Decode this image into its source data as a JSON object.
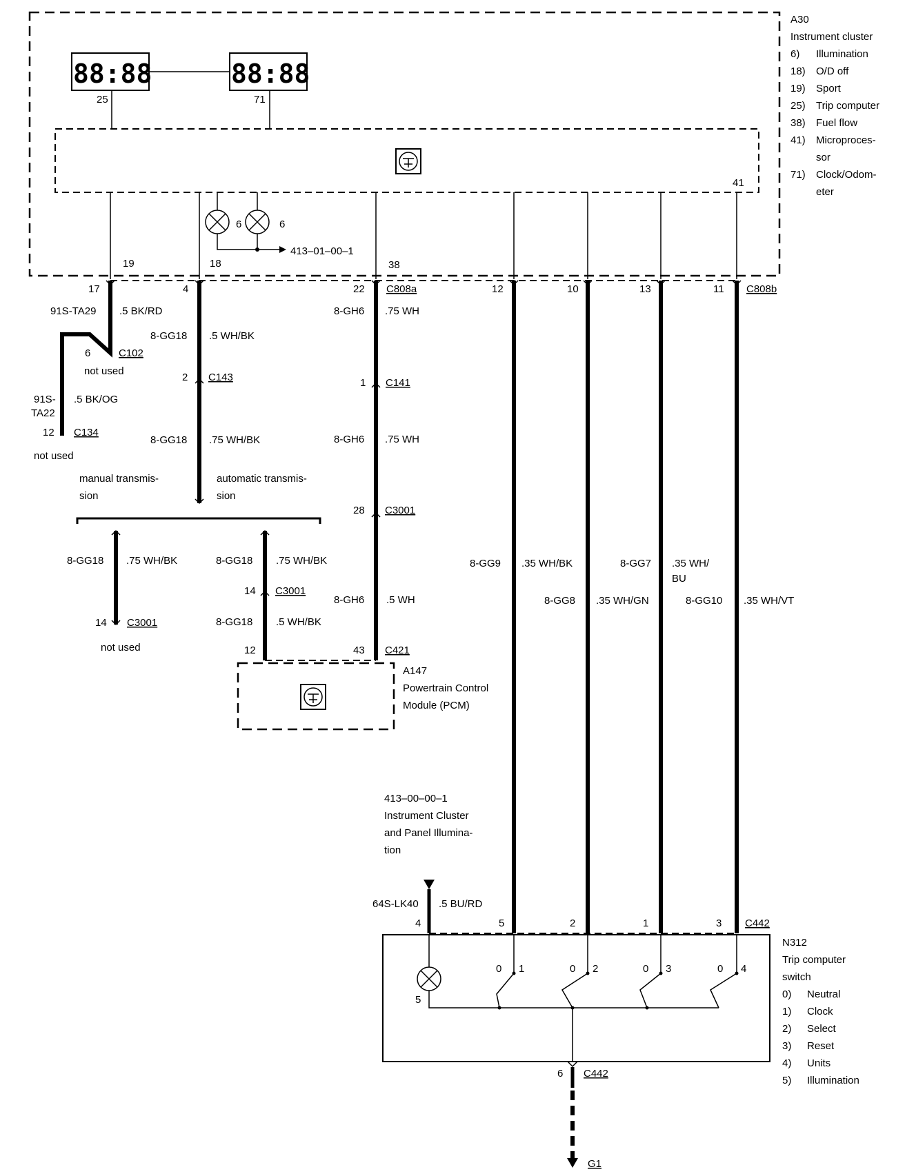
{
  "a30": {
    "id": "A30",
    "name": "Instrument cluster",
    "legend": [
      {
        "num": "6)",
        "text": "Illumination"
      },
      {
        "num": "18)",
        "text": "O/D off"
      },
      {
        "num": "19)",
        "text": "Sport"
      },
      {
        "num": "25)",
        "text": "Trip computer"
      },
      {
        "num": "38)",
        "text": "Fuel flow"
      },
      {
        "num": "41)",
        "text": "Microproces-"
      },
      {
        "num": "",
        "text": "sor"
      },
      {
        "num": "71)",
        "text": "Clock/Odom-"
      },
      {
        "num": "",
        "text": "eter"
      }
    ],
    "display_text": "88:88",
    "pins": {
      "p25": "25",
      "p71": "71",
      "p41": "41",
      "p19": "19",
      "p18": "18",
      "p38": "38",
      "p6a": "6",
      "p6b": "6"
    },
    "ref": "413–01–00–1"
  },
  "connectors": {
    "c808a": "C808a",
    "c808b": "C808b",
    "c102": "C102",
    "c134": "C134",
    "c143": "C143",
    "c141": "C141",
    "c3001": "C3001",
    "c421": "C421",
    "c442": "C442"
  },
  "wires": {
    "w1": {
      "pin": "17",
      "circuit": "91S-TA29",
      "spec": ".5 BK/RD"
    },
    "w1b": {
      "pin": "6",
      "note": "not used"
    },
    "w1c": {
      "circuit_a": "91S-",
      "circuit_b": "TA22",
      "spec": ".5 BK/OG",
      "pin": "12",
      "note": "not used"
    },
    "w2": {
      "pin": "4",
      "circuit": "8-GG18",
      "spec": ".5 WH/BK",
      "pin2": "2",
      "circuit2": "8-GG18",
      "spec2": ".75 WH/BK"
    },
    "w3": {
      "pin": "22",
      "circuit": "8-GH6",
      "spec": ".75 WH",
      "pin2": "1",
      "circuit2": "8-GH6",
      "spec2": ".75 WH",
      "pin3": "28",
      "circuit3": "8-GH6",
      "spec3": ".5 WH",
      "pin4": "43"
    },
    "w4": {
      "pin": "12",
      "circuit": "8-GG9",
      "spec": ".35 WH/BK"
    },
    "w5": {
      "pin": "10",
      "circuit": "8-GG8",
      "spec": ".35 WH/GN"
    },
    "w6": {
      "pin": "13",
      "circuit": "8-GG7",
      "spec_a": ".35 WH/",
      "spec_b": "BU"
    },
    "w7": {
      "pin": "11",
      "circuit": "8-GG10",
      "spec": ".35 WH/VT"
    }
  },
  "manual": {
    "label_a": "manual transmis-",
    "label_b": "sion",
    "circuit": "8-GG18",
    "spec": ".75 WH/BK",
    "pin": "14",
    "note": "not used"
  },
  "automatic": {
    "label_a": "automatic transmis-",
    "label_b": "sion",
    "circuit": "8-GG18",
    "spec": ".75 WH/BK",
    "pin": "14",
    "circuit2": "8-GG18",
    "spec2": ".5 WH/BK",
    "pin2": "12"
  },
  "a147": {
    "id": "A147",
    "name_a": "Powertrain Control",
    "name_b": "Module (PCM)"
  },
  "illum_ref": {
    "ref": "413–00–00–1",
    "line_a": "Instrument Cluster",
    "line_b": "and Panel Illumina-",
    "line_c": "tion"
  },
  "lk40": {
    "circuit": "64S-LK40",
    "spec": ".5 BU/RD",
    "pin": "4"
  },
  "n312": {
    "id": "N312",
    "name_a": "Trip computer",
    "name_b": "switch",
    "legend": [
      {
        "num": "0)",
        "text": "Neutral"
      },
      {
        "num": "1)",
        "text": "Clock"
      },
      {
        "num": "2)",
        "text": "Select"
      },
      {
        "num": "3)",
        "text": "Reset"
      },
      {
        "num": "4)",
        "text": "Units"
      },
      {
        "num": "5)",
        "text": "Illumination"
      }
    ],
    "pins_top": {
      "p5": "5",
      "p2": "2",
      "p1": "1",
      "p3": "3"
    },
    "switches": [
      {
        "off": "0",
        "on": "1"
      },
      {
        "off": "0",
        "on": "2"
      },
      {
        "off": "0",
        "on": "3"
      },
      {
        "off": "0",
        "on": "4"
      }
    ],
    "lamp_pin": "5",
    "ground_pin": "6",
    "ground": "G1"
  }
}
